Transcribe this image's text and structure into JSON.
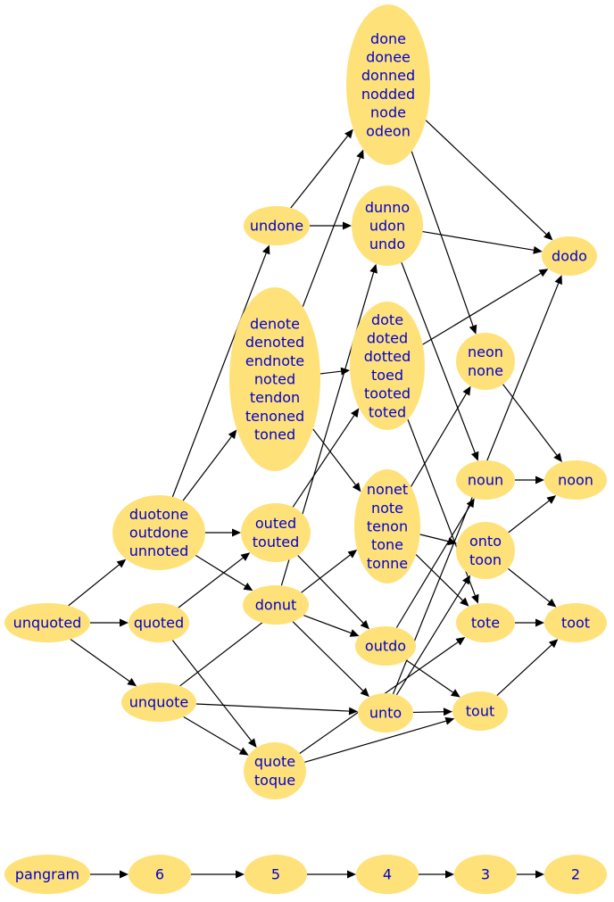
{
  "style": {
    "node_fill": "#ffe179",
    "text_color": "#0000cc",
    "edge_color": "#000000"
  },
  "nodes": [
    {
      "id": "done",
      "lines": [
        "done",
        "donee",
        "donned",
        "nodded",
        "node",
        "odeon"
      ]
    },
    {
      "id": "undone",
      "lines": [
        "undone"
      ]
    },
    {
      "id": "dunno",
      "lines": [
        "dunno",
        "udon",
        "undo"
      ]
    },
    {
      "id": "dodo",
      "lines": [
        "dodo"
      ]
    },
    {
      "id": "denote",
      "lines": [
        "denote",
        "denoted",
        "endnote",
        "noted",
        "tendon",
        "tenoned",
        "toned"
      ]
    },
    {
      "id": "dote",
      "lines": [
        "dote",
        "doted",
        "dotted",
        "toed",
        "tooted",
        "toted"
      ]
    },
    {
      "id": "neon",
      "lines": [
        "neon",
        "none"
      ]
    },
    {
      "id": "noun",
      "lines": [
        "noun"
      ]
    },
    {
      "id": "noon",
      "lines": [
        "noon"
      ]
    },
    {
      "id": "duotone",
      "lines": [
        "duotone",
        "outdone",
        "unnoted"
      ]
    },
    {
      "id": "outed",
      "lines": [
        "outed",
        "touted"
      ]
    },
    {
      "id": "nonet",
      "lines": [
        "nonet",
        "note",
        "tenon",
        "tone",
        "tonne"
      ]
    },
    {
      "id": "onto",
      "lines": [
        "onto",
        "toon"
      ]
    },
    {
      "id": "unquoted",
      "lines": [
        "unquoted"
      ]
    },
    {
      "id": "quoted",
      "lines": [
        "quoted"
      ]
    },
    {
      "id": "donut",
      "lines": [
        "donut"
      ]
    },
    {
      "id": "tote",
      "lines": [
        "tote"
      ]
    },
    {
      "id": "toot",
      "lines": [
        "toot"
      ]
    },
    {
      "id": "outdo",
      "lines": [
        "outdo"
      ]
    },
    {
      "id": "unquote",
      "lines": [
        "unquote"
      ]
    },
    {
      "id": "unto",
      "lines": [
        "unto"
      ]
    },
    {
      "id": "tout",
      "lines": [
        "tout"
      ]
    },
    {
      "id": "quote",
      "lines": [
        "quote",
        "toque"
      ]
    },
    {
      "id": "pangram",
      "lines": [
        "pangram"
      ]
    },
    {
      "id": "n6",
      "lines": [
        "6"
      ]
    },
    {
      "id": "n5",
      "lines": [
        "5"
      ]
    },
    {
      "id": "n4",
      "lines": [
        "4"
      ]
    },
    {
      "id": "n3",
      "lines": [
        "3"
      ]
    },
    {
      "id": "n2",
      "lines": [
        "2"
      ]
    }
  ],
  "edges": [
    [
      "done",
      "dodo"
    ],
    [
      "done",
      "neon"
    ],
    [
      "undone",
      "done"
    ],
    [
      "undone",
      "dunno"
    ],
    [
      "dunno",
      "dodo"
    ],
    [
      "dunno",
      "noun"
    ],
    [
      "denote",
      "done"
    ],
    [
      "denote",
      "dote"
    ],
    [
      "denote",
      "nonet"
    ],
    [
      "dote",
      "dodo"
    ],
    [
      "dote",
      "tote"
    ],
    [
      "neon",
      "noon"
    ],
    [
      "noun",
      "noon"
    ],
    [
      "duotone",
      "undone"
    ],
    [
      "duotone",
      "denote"
    ],
    [
      "duotone",
      "outed"
    ],
    [
      "duotone",
      "donut"
    ],
    [
      "outed",
      "dote"
    ],
    [
      "outed",
      "outdo"
    ],
    [
      "nonet",
      "neon"
    ],
    [
      "nonet",
      "onto"
    ],
    [
      "nonet",
      "tote"
    ],
    [
      "onto",
      "noon"
    ],
    [
      "onto",
      "toot"
    ],
    [
      "unquoted",
      "duotone"
    ],
    [
      "unquoted",
      "quoted"
    ],
    [
      "unquoted",
      "unquote"
    ],
    [
      "quoted",
      "outed"
    ],
    [
      "quoted",
      "quote"
    ],
    [
      "donut",
      "dunno"
    ],
    [
      "donut",
      "outdo"
    ],
    [
      "donut",
      "unto"
    ],
    [
      "tote",
      "toot"
    ],
    [
      "outdo",
      "noun"
    ],
    [
      "outdo",
      "tout"
    ],
    [
      "unquote",
      "nonet"
    ],
    [
      "unquote",
      "unto"
    ],
    [
      "unquote",
      "quote"
    ],
    [
      "unto",
      "dodo"
    ],
    [
      "unto",
      "onto"
    ],
    [
      "unto",
      "tout"
    ],
    [
      "tout",
      "toot"
    ],
    [
      "quote",
      "tote"
    ],
    [
      "quote",
      "tout"
    ],
    [
      "pangram",
      "n6"
    ],
    [
      "n6",
      "n5"
    ],
    [
      "n5",
      "n4"
    ],
    [
      "n4",
      "n3"
    ],
    [
      "n3",
      "n2"
    ]
  ]
}
